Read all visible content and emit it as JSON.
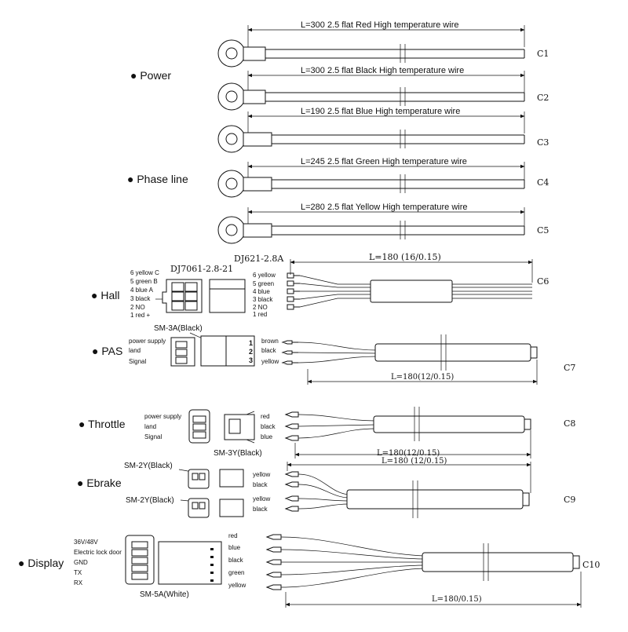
{
  "sections": {
    "power": "● Power",
    "phase_line": "● Phase line",
    "hall": "● Hall",
    "pas": "● PAS",
    "throttle": "● Throttle",
    "ebrake": "● Ebrake",
    "display": "● Display"
  },
  "cables": [
    {
      "code": "C1",
      "spec": "L=300  2.5 flat    Red    High temperature wire"
    },
    {
      "code": "C2",
      "spec": "L=300  2.5 flat    Black    High temperature wire"
    },
    {
      "code": "C3",
      "spec": "L=190  2.5 flat    Blue   High temperature wire"
    },
    {
      "code": "C4",
      "spec": "L=245  2.5 flat    Green   High temperature wire"
    },
    {
      "code": "C5",
      "spec": "L=280  2.5 flat    Yellow   High temperature wire"
    },
    {
      "code": "C6",
      "spec": "L=180 (16/0.15)"
    },
    {
      "code": "C7",
      "spec": "L=180(12/0.15)"
    },
    {
      "code": "C8",
      "spec": "L=180(12/0.15)"
    },
    {
      "code": "C9",
      "spec": "L=180 (12/0.15)"
    },
    {
      "code": "C10",
      "spec": "L=180/0.15)"
    }
  ],
  "hall": {
    "connector_left": "DJ7061-2.8-21",
    "connector_right": "DJ621-2.8A",
    "left_pins": [
      "6 yellow C",
      "5 green B",
      "4 blue A",
      "3 black",
      "2 NO",
      "1 red +"
    ],
    "right_pins": [
      "6 yellow",
      "5 green",
      "4 blue",
      "3 black",
      "2 NO",
      "1 red"
    ]
  },
  "pas": {
    "connector": "SM-3A(Black)",
    "pin_labels": [
      "power supply",
      "land",
      "Signal"
    ],
    "pin_numbers": [
      "1",
      "2",
      "3"
    ],
    "wires": [
      "brown",
      "black",
      "yellow"
    ]
  },
  "throttle": {
    "connector": "SM-3Y(Black)",
    "pin_labels": [
      "power supply",
      "land",
      "Signal"
    ],
    "wires": [
      "red",
      "black",
      "blue"
    ]
  },
  "ebrake": {
    "connector_1": "SM-2Y(Black)",
    "connector_2": "SM-2Y(Black)",
    "wires_1": [
      "yellow",
      "black"
    ],
    "wires_2": [
      "yellow",
      "black"
    ]
  },
  "display": {
    "connector": "SM-5A(White)",
    "pin_labels": [
      "36V/48V",
      "Electric lock door",
      "GND",
      "TX",
      "RX"
    ],
    "wires": [
      "red",
      "blue",
      "black",
      "green",
      "yellow"
    ]
  }
}
